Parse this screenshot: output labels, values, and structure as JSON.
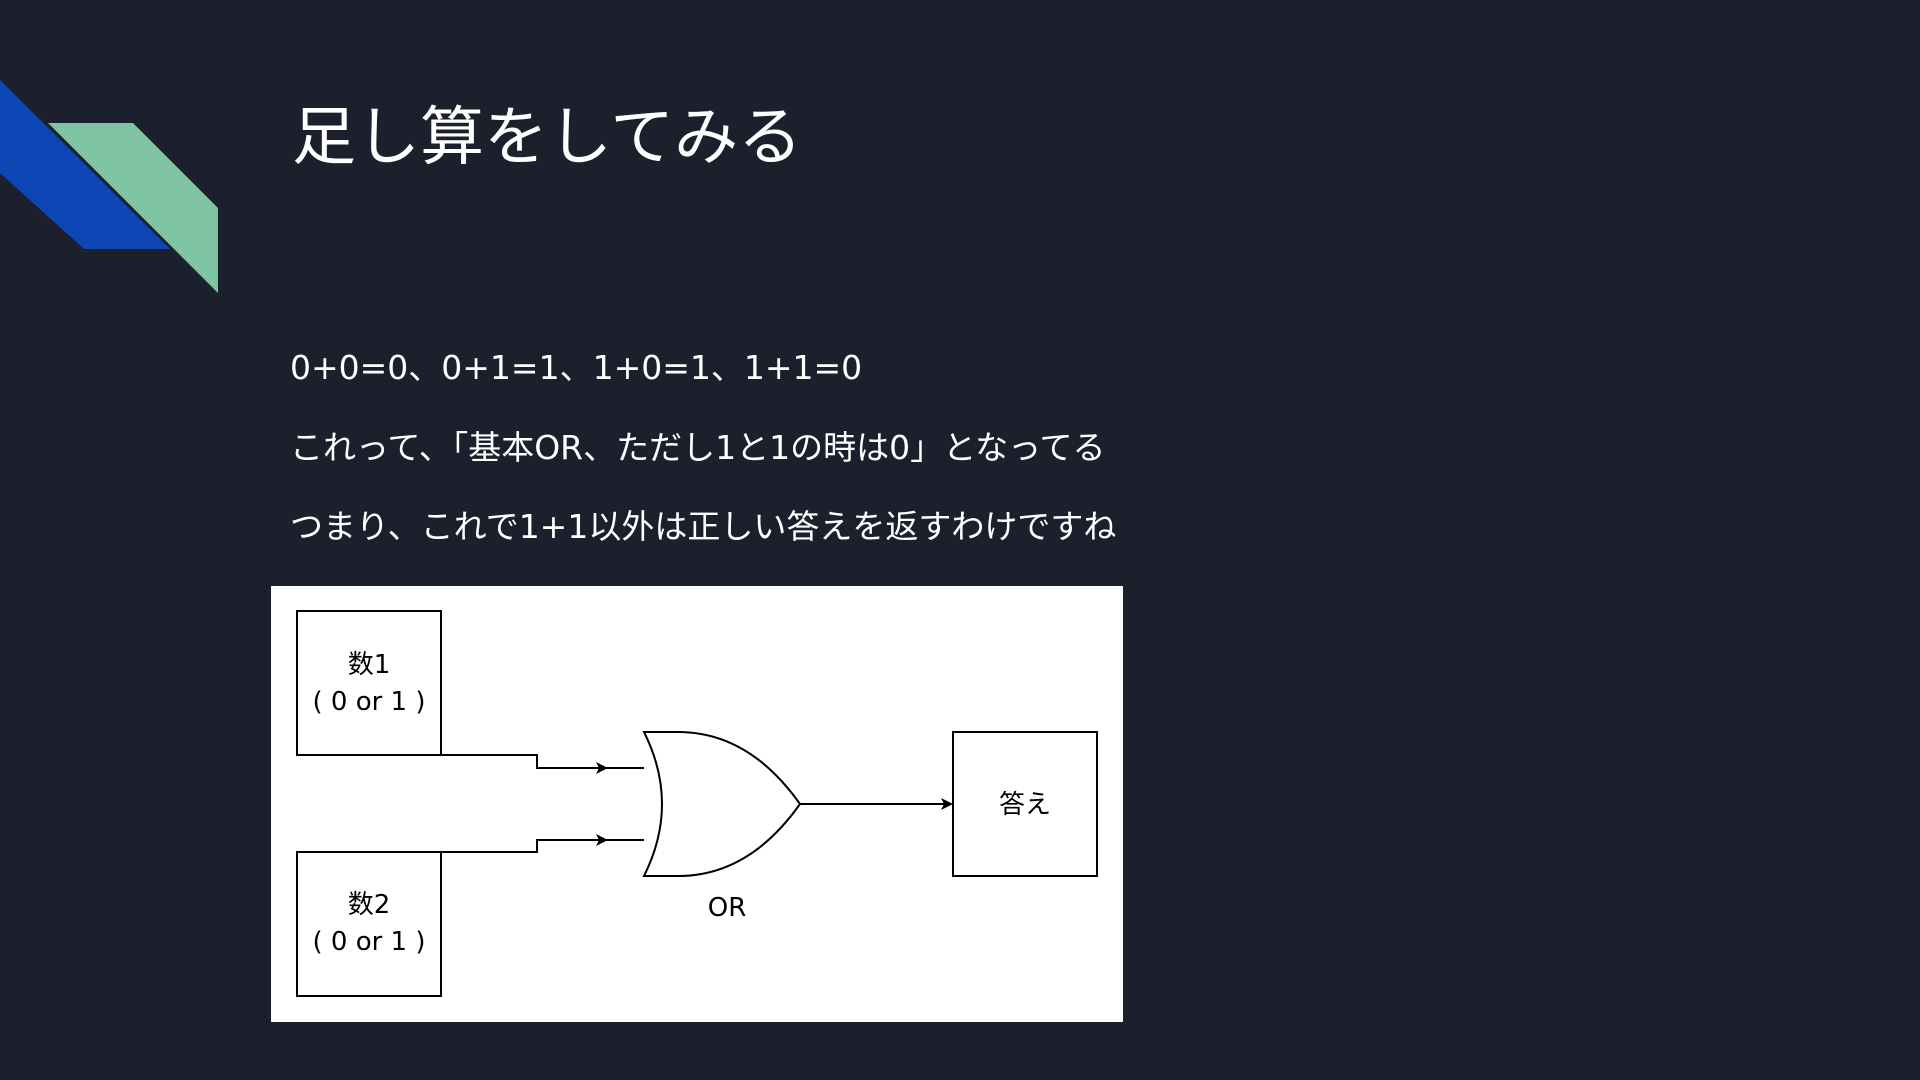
{
  "slide": {
    "title": "足し算をしてみる",
    "body": [
      "0+0=0、0+1=1、1+0=1、1+1=0",
      "これって、「基本OR、ただし1と1の時は0」となってる",
      "つまり、これで1+1以外は正しい答えを返すわけですね"
    ]
  },
  "diagram": {
    "input1": {
      "name": "数1",
      "range": "( 0 or 1 )"
    },
    "input2": {
      "name": "数2",
      "range": "( 0 or 1 )"
    },
    "gate_label": "OR",
    "output": "答え"
  },
  "colors": {
    "background": "#1b202c",
    "accent_blue": "#0d47b5",
    "accent_green": "#7ec4a2",
    "text": "#ffffff",
    "diagram_bg": "#ffffff"
  }
}
